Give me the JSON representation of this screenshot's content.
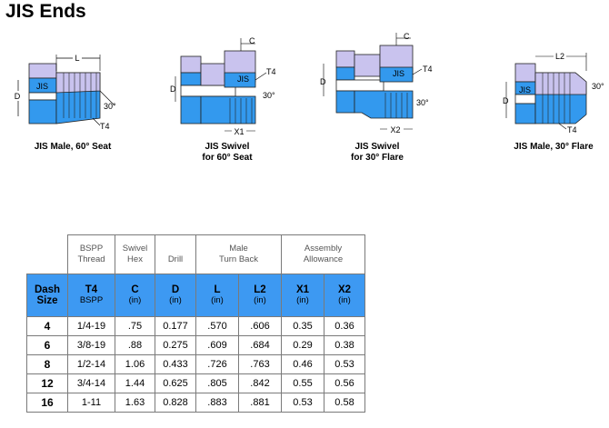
{
  "title": "JIS Ends",
  "drawings": [
    {
      "caption_line1": "JIS Male, 60° Seat",
      "caption_line2": "",
      "labels": {
        "body": "JIS",
        "L": "L",
        "D": "D",
        "angle": "30°",
        "T4": "T4"
      }
    },
    {
      "caption_line1": "JIS Swivel",
      "caption_line2": "for 60° Seat",
      "labels": {
        "body": "JIS",
        "C": "C",
        "T4": "T4",
        "D": "D",
        "angle": "30°",
        "X1": "X1"
      }
    },
    {
      "caption_line1": "JIS Swivel",
      "caption_line2": "for 30° Flare",
      "labels": {
        "body": "JIS",
        "C": "C",
        "T4": "T4",
        "D": "D",
        "angle": "30°",
        "X2": "X2"
      }
    },
    {
      "caption_line1": "JIS Male, 30° Flare",
      "caption_line2": "",
      "labels": {
        "body": "JIS",
        "L2": "L2",
        "D": "D",
        "angle": "30°",
        "T4": "T4"
      }
    }
  ],
  "table": {
    "group_headers": {
      "bspp": [
        "BSPP",
        "Thread"
      ],
      "swivel": [
        "Swivel",
        "Hex"
      ],
      "drill": "Drill",
      "male": [
        "Male",
        "Turn Back"
      ],
      "assembly": [
        "Assembly",
        "Allowance"
      ]
    },
    "columns": [
      {
        "label": [
          "Dash",
          "Size"
        ],
        "unit": ""
      },
      {
        "label": [
          "T4"
        ],
        "unit": "BSPP"
      },
      {
        "label": [
          "C"
        ],
        "unit": "(in)"
      },
      {
        "label": [
          "D"
        ],
        "unit": "(in)"
      },
      {
        "label": [
          "L"
        ],
        "unit": "(in)"
      },
      {
        "label": [
          "L2"
        ],
        "unit": "(in)"
      },
      {
        "label": [
          "X1"
        ],
        "unit": "(in)"
      },
      {
        "label": [
          "X2"
        ],
        "unit": "(in)"
      }
    ],
    "rows": [
      [
        "4",
        "1/4-19",
        ".75",
        "0.177",
        ".570",
        ".606",
        "0.35",
        "0.36"
      ],
      [
        "6",
        "3/8-19",
        ".88",
        "0.275",
        ".609",
        ".684",
        "0.29",
        "0.38"
      ],
      [
        "8",
        "1/2-14",
        "1.06",
        "0.433",
        ".726",
        ".763",
        "0.46",
        "0.53"
      ],
      [
        "12",
        "3/4-14",
        "1.44",
        "0.625",
        ".805",
        ".842",
        "0.55",
        "0.56"
      ],
      [
        "16",
        "1-11",
        "1.63",
        "0.828",
        ".883",
        ".881",
        "0.53",
        "0.58"
      ]
    ]
  },
  "colors": {
    "header_blue": "#3d99f2",
    "part_blue": "#3399ee",
    "part_purple": "#c9c3ee",
    "border": "#7a7a7a"
  }
}
